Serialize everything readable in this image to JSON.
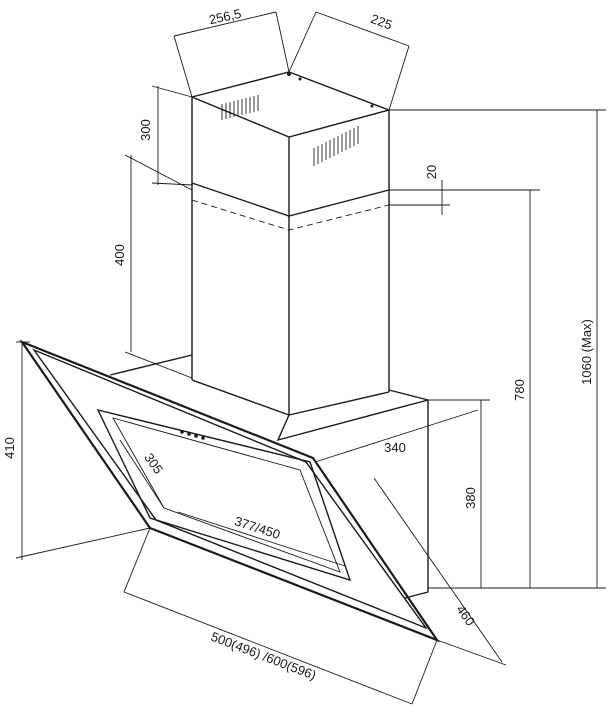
{
  "dimensions": {
    "chimney_width": "256,5",
    "chimney_depth": "225",
    "upper_chimney_height": "300",
    "lower_chimney_height": "400",
    "overlap": "20",
    "min_height": "780",
    "max_height": "1060 (Max)",
    "glass_vertical": "410",
    "inner_panel_height": "305",
    "inner_panel_width": "377/450",
    "body_depth": "340",
    "body_height": "380",
    "glass_diagonal": "460",
    "overall_width": "500(496) /600(596)"
  },
  "colors": {
    "line": "#1a1a1a",
    "background": "#ffffff"
  }
}
